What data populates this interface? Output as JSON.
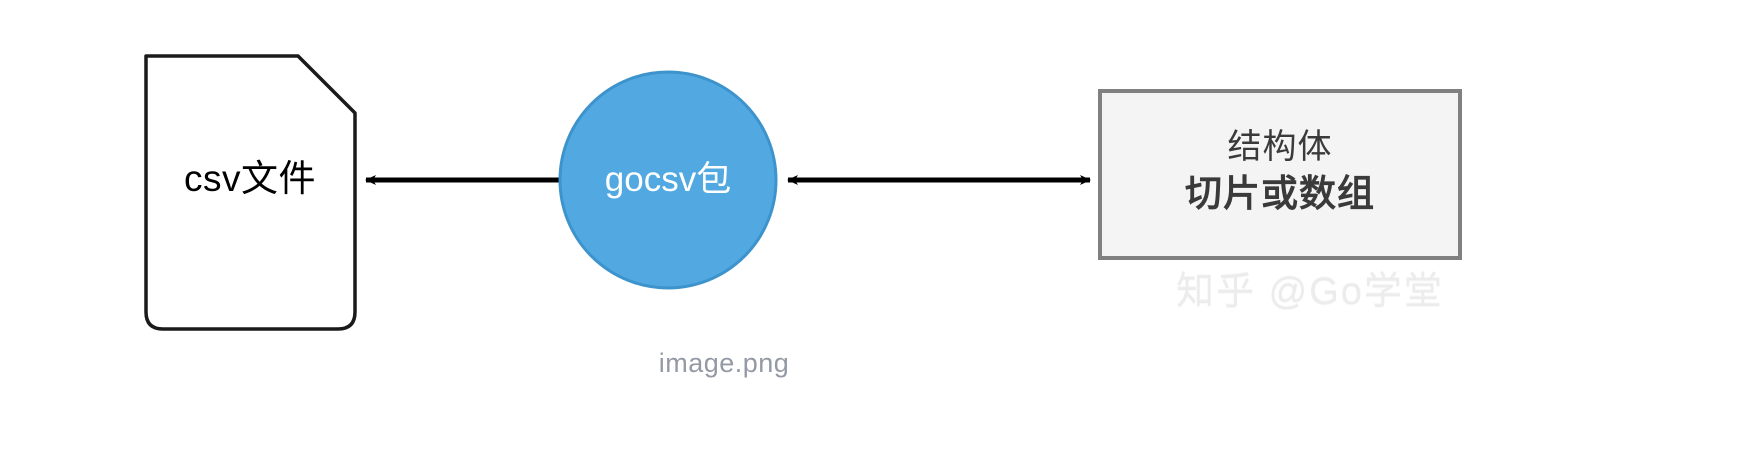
{
  "diagram": {
    "title": "gocsv package data flow",
    "nodes": [
      {
        "id": "csv-file",
        "shape": "document",
        "label": "csv文件",
        "fill": "#ffffff",
        "stroke": "#1a1a1a",
        "text_color": "#000000"
      },
      {
        "id": "gocsv-package",
        "shape": "circle",
        "label": "gocsv包",
        "fill": "#52a8e0",
        "stroke": "#3d93cc",
        "text_color": "#ffffff"
      },
      {
        "id": "struct-slice-array",
        "shape": "rectangle",
        "label_line_1": "结构体",
        "label_line_2": "切片或数组",
        "fill": "#f4f4f4",
        "stroke": "#808080",
        "text_color": "#3a3a3a"
      }
    ],
    "connectors": [
      {
        "id": "csv-to-gocsv",
        "from": "csv-file",
        "to": "gocsv-package",
        "style": "double-headed-arrow",
        "color": "#000000"
      },
      {
        "id": "gocsv-to-struct",
        "from": "gocsv-package",
        "to": "struct-slice-array",
        "style": "double-headed-arrow",
        "color": "#000000"
      }
    ]
  },
  "watermark": {
    "text": "知乎 @Go学堂",
    "color": "#ececec"
  },
  "caption": {
    "filename": "image.png",
    "color": "#9499a6"
  }
}
